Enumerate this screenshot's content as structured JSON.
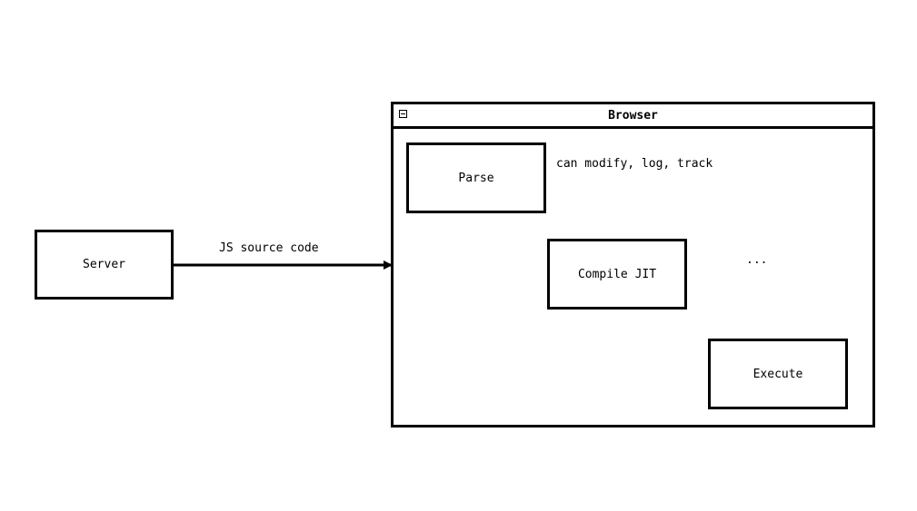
{
  "nodes": {
    "server": "Server",
    "browser": "Browser",
    "parse": "Parse",
    "compile": "Compile JIT",
    "execute": "Execute"
  },
  "edges": {
    "server_to_browser": "JS source code",
    "parse_to_compile": "can modify, log, track",
    "compile_to_execute": "..."
  },
  "icons": {
    "browser_collapse": "collapse-icon"
  }
}
